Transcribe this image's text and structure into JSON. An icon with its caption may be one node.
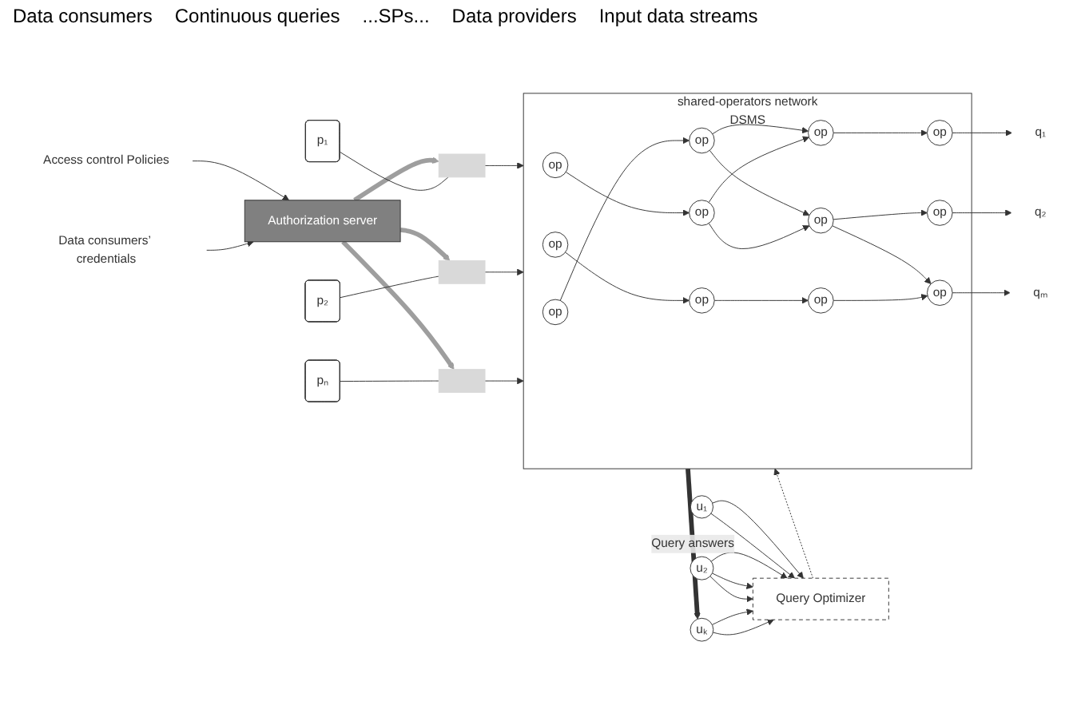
{
  "diagram": {
    "nodes": [
      {
        "text": [
          "Access control Policies"
        ]
      },
      {
        "text": [
          "Data consumers’ credentials"
        ]
      },
      {
        "text": [
          "Authorization server"
        ]
      },
      {
        "text": [
          "u₁"
        ]
      },
      {
        "text": [
          "u₂"
        ]
      },
      {
        "text": [
          "uₖ"
        ]
      },
      {
        "text": [
          "Query Optimizer"
        ]
      },
      {
        "text": [
          "shared-operators network",
          "DSMS"
        ]
      },
      {
        "text": [
          "p₁"
        ]
      },
      {
        "text": [
          "p₂"
        ]
      },
      {
        "text": [
          "pₙ"
        ]
      },
      {
        "text": [],
        "shape": "box"
      },
      {
        "text": [],
        "shape": "box"
      },
      {
        "text": [],
        "shape": "box"
      },
      {
        "text": [
          "op"
        ],
        "in": 7
      },
      {
        "text": [
          "op"
        ],
        "in": 7
      },
      {
        "text": [
          "op"
        ],
        "in": 7
      },
      {
        "text": [
          "op"
        ],
        "in": 7
      },
      {
        "text": [
          "op"
        ],
        "in": 7
      },
      {
        "text": [
          "op"
        ],
        "in": 7
      },
      {
        "text": [
          "op"
        ],
        "in": 7
      },
      {
        "text": [
          "op"
        ],
        "in": 7
      },
      {
        "text": [
          "op"
        ],
        "in": 7
      },
      {
        "text": [
          "op"
        ],
        "in": 7
      },
      {
        "text": [
          "op"
        ],
        "in": 7
      },
      {
        "text": [
          "op"
        ],
        "in": 7
      },
      {
        "text": [
          "q₁"
        ]
      },
      {
        "text": [
          "q₂"
        ]
      },
      {
        "text": [
          "qₘ"
        ]
      }
    ],
    "edges": [
      {
        "from": 0,
        "to": 2,
        "arrow": "to"
      },
      {
        "from": 1,
        "to": 2,
        "arrow": "to"
      },
      {
        "from": 3,
        "to": 6,
        "arrow": "to"
      },
      {
        "from": 3,
        "to": 6,
        "arrow": "to"
      },
      {
        "from": 4,
        "to": 6,
        "arrow": "to"
      },
      {
        "from": 4,
        "to": 6,
        "arrow": "to"
      },
      {
        "from": 4,
        "to": 6,
        "arrow": "to"
      },
      {
        "from": 5,
        "to": 6,
        "arrow": "to"
      },
      {
        "from": 5,
        "to": 6,
        "arrow": "to"
      },
      {
        "from": 6,
        "to": 7,
        "arrow": "to",
        "style": "dashed"
      },
      {
        "from": 2,
        "to": 11,
        "arrow": "to",
        "style": "thick",
        "color": "#9e9e9e"
      },
      {
        "from": 2,
        "to": 12,
        "arrow": "to",
        "style": "thick",
        "color": "#9e9e9e"
      },
      {
        "from": 2,
        "to": 13,
        "arrow": "to",
        "style": "thick",
        "color": "#9e9e9e"
      },
      {
        "from": 8,
        "to": 11,
        "arrow": "none"
      },
      {
        "from": 9,
        "to": 12,
        "arrow": "none"
      },
      {
        "from": 10,
        "to": 13,
        "arrow": "none"
      },
      {
        "from": 11,
        "to": 7,
        "arrow": "to"
      },
      {
        "from": 12,
        "to": 7,
        "arrow": "to"
      },
      {
        "from": 13,
        "to": 7,
        "arrow": "to"
      },
      {
        "from": 14,
        "to": 15,
        "arrow": "to"
      },
      {
        "from": 15,
        "to": 16,
        "arrow": "to"
      },
      {
        "from": 15,
        "to": 20,
        "arrow": "to"
      },
      {
        "from": 16,
        "to": 17,
        "arrow": "to"
      },
      {
        "from": 17,
        "to": 26,
        "arrow": "to"
      },
      {
        "from": 18,
        "to": 19,
        "arrow": "to"
      },
      {
        "from": 19,
        "to": 16,
        "arrow": "to"
      },
      {
        "from": 19,
        "to": 20,
        "arrow": "to"
      },
      {
        "from": 20,
        "to": 21,
        "arrow": "to"
      },
      {
        "from": 20,
        "to": 25,
        "arrow": "to"
      },
      {
        "from": 21,
        "to": 27,
        "arrow": "to"
      },
      {
        "from": 22,
        "to": 23,
        "arrow": "to"
      },
      {
        "from": 23,
        "to": 24,
        "arrow": "to"
      },
      {
        "from": 24,
        "to": 25,
        "arrow": "to"
      },
      {
        "from": 25,
        "to": 28,
        "arrow": "to"
      },
      {
        "from": 7,
        "to": 5,
        "arrow": "to",
        "label": "Query answers",
        "style": "thick"
      }
    ],
    "labels": [
      "Data consumers",
      "Continuous queries",
      "...SPs...",
      "Data providers",
      "Input data streams"
    ]
  }
}
